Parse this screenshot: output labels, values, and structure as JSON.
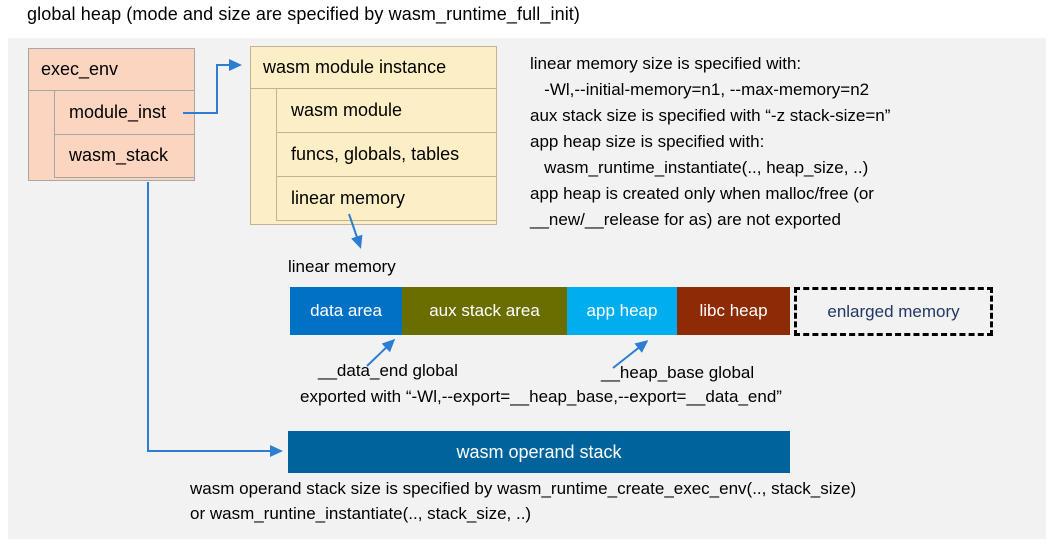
{
  "title": "global heap (mode and size are specified by wasm_runtime_full_init)",
  "connector_color": "#2d7dd2",
  "panel_color": "#f2f2f2",
  "exec_env_box": {
    "title": "exec_env",
    "fill": "#fbd5c0",
    "border": "#a6a6a6",
    "rows": [
      {
        "label": "module_inst"
      },
      {
        "label": "wasm_stack"
      }
    ]
  },
  "module_instance_box": {
    "title": "wasm module instance",
    "fill": "#fcefc6",
    "border": "#c4b48e",
    "rows": [
      {
        "label": "wasm module"
      },
      {
        "label": "funcs, globals, tables"
      },
      {
        "label": "linear memory"
      }
    ]
  },
  "notes": {
    "lines": [
      "linear memory size is specified with:",
      "   -Wl,--initial-memory=n1, --max-memory=n2",
      "aux stack size is specified with “-z stack-size=n”",
      "app heap size is specified with:",
      "   wasm_runtime_instantiate(.., heap_size, ..)",
      "app heap is created only when malloc/free (or",
      "__new/__release for as) are not exported"
    ]
  },
  "linear_memory": {
    "label": "linear memory",
    "segments": [
      {
        "label": "data area",
        "color": "#0071c5"
      },
      {
        "label": "aux stack area",
        "color": "#6a6d00"
      },
      {
        "label": "app heap",
        "color": "#00aeef"
      },
      {
        "label": "libc heap",
        "color": "#8e2a05"
      }
    ],
    "enlarged": {
      "label": "enlarged memory",
      "text_color": "#1f3864"
    }
  },
  "markers": {
    "data_end": "__data_end global",
    "heap_base": "__heap_base global",
    "exported": "exported with “-Wl,--export=__heap_base,--export=__data_end”"
  },
  "operand_stack": {
    "label": "wasm operand stack",
    "color": "#00639c",
    "caption_line1": "wasm operand stack size is specified by wasm_runtime_create_exec_env(.., stack_size)",
    "caption_line2": "or wasm_runtine_instantiate(.., stack_size, ..)"
  }
}
